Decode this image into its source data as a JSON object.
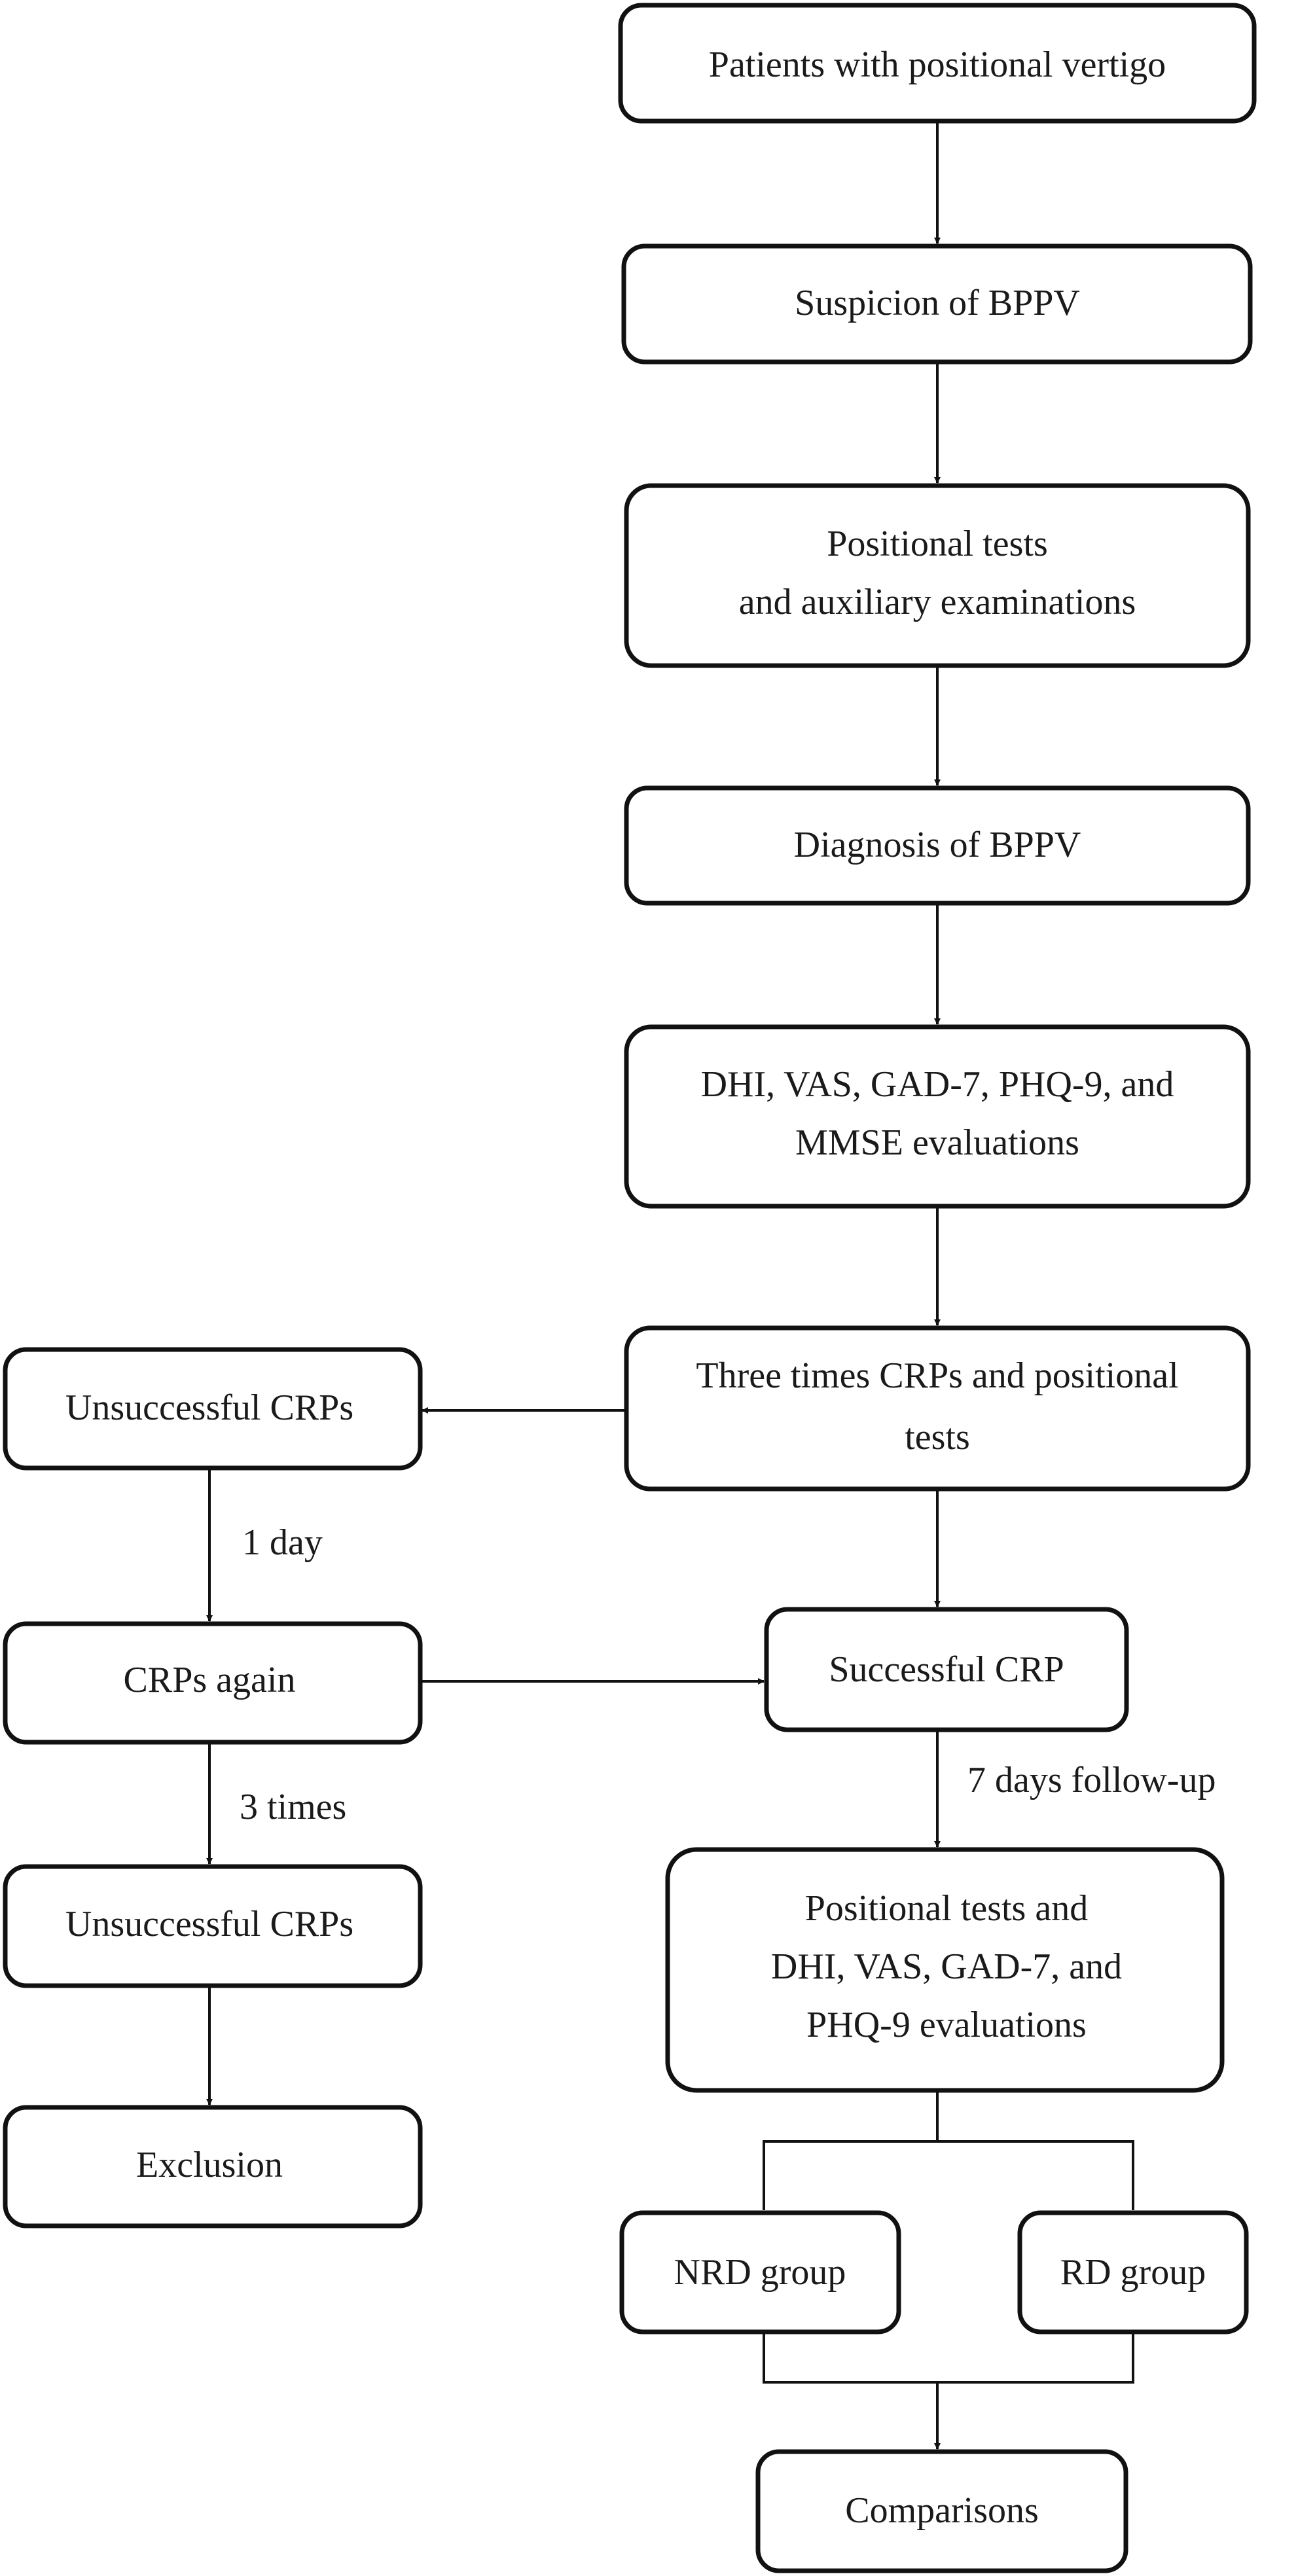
{
  "nodes": {
    "patients": [
      "Patients with positional vertigo"
    ],
    "suspicion": [
      "Suspicion of BPPV"
    ],
    "positional_tests": [
      "Positional tests",
      "and auxiliary examinations"
    ],
    "diagnosis": [
      "Diagnosis of BPPV"
    ],
    "evaluations": [
      "DHI, VAS, GAD-7, PHQ-9, and",
      "MMSE evaluations"
    ],
    "three_times": [
      "Three times CRPs and positional",
      "tests"
    ],
    "unsuccessful_1": [
      "Unsuccessful CRPs"
    ],
    "crps_again": [
      "CRPs again"
    ],
    "unsuccessful_2": [
      "Unsuccessful CRPs"
    ],
    "exclusion": [
      "Exclusion"
    ],
    "successful": [
      "Successful CRP"
    ],
    "followup_tests": [
      "Positional tests and",
      "DHI, VAS, GAD-7, and",
      "PHQ-9 evaluations"
    ],
    "nrd": [
      "NRD group"
    ],
    "rd": [
      "RD group"
    ],
    "comparisons": [
      "Comparisons"
    ]
  },
  "edge_labels": {
    "one_day": "1 day",
    "three_times": "3 times",
    "seven_days": "7 days follow-up"
  }
}
